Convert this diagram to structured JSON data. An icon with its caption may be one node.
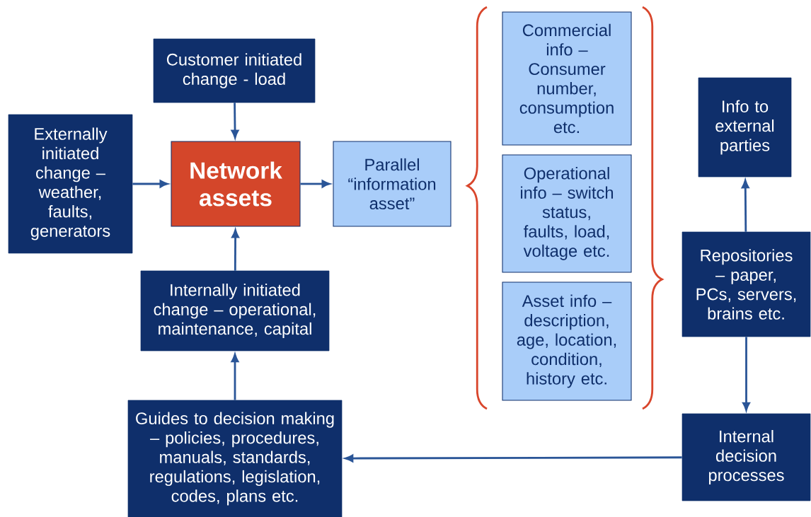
{
  "diagram": {
    "nodes": [
      {
        "text": [
          "Customer initiated change - load"
        ]
      },
      {
        "text": [
          "Externally initiated change – weather, faults, generators"
        ]
      },
      {
        "text": [
          "Network assets"
        ]
      },
      {
        "text": [
          "Parallel “information asset”"
        ]
      },
      {
        "text": [
          "Commercial info – Consumer number, consumption etc."
        ]
      },
      {
        "text": [
          "Operational info – switch status, faults, load, voltage etc."
        ]
      },
      {
        "text": [
          "Asset info – description, age, location, condition, history etc."
        ]
      },
      {
        "text": [
          "Info to external parties"
        ]
      },
      {
        "text": [
          "Repositories – paper, PCs, servers, brains etc."
        ]
      },
      {
        "text": [
          "Internally initiated change – operational, maintenance, capital"
        ]
      },
      {
        "text": [
          "Guides to decision making – policies, procedures, manuals, standards, regulations, legislation, codes, plans etc."
        ]
      },
      {
        "text": [
          "Internal decision processes"
        ]
      }
    ],
    "edges": [
      {
        "from": 0,
        "to": 2,
        "arrow": "to"
      },
      {
        "from": 1,
        "to": 2,
        "arrow": "to"
      },
      {
        "from": 2,
        "to": 3,
        "arrow": "to"
      },
      {
        "from": 9,
        "to": 2,
        "arrow": "to"
      },
      {
        "from": 10,
        "to": 9,
        "arrow": "to"
      },
      {
        "from": 8,
        "to": 7,
        "arrow": "to"
      },
      {
        "from": 8,
        "to": 11,
        "arrow": "to"
      },
      {
        "from": 11,
        "to": 10,
        "arrow": "to"
      }
    ]
  }
}
